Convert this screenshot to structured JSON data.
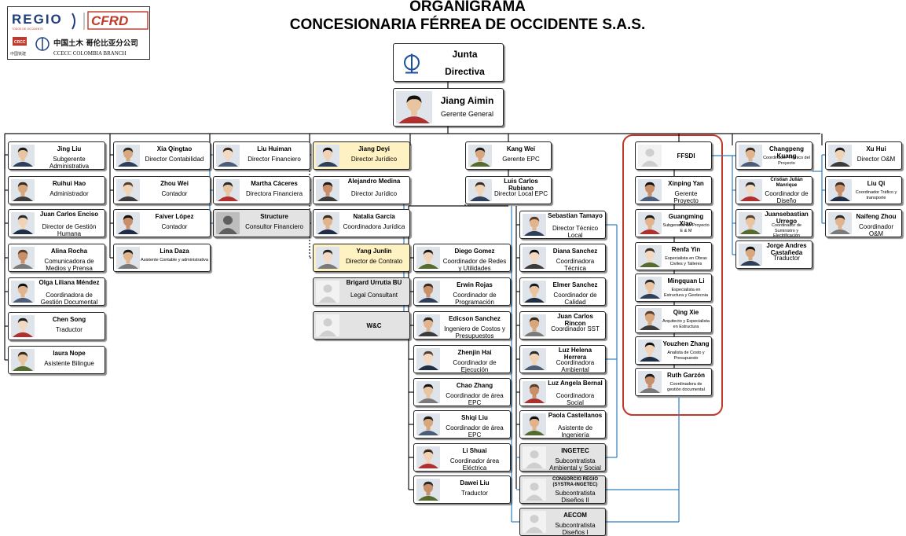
{
  "header": {
    "title_line1": "ORGANIGRAMA",
    "title_line2": "CONCESIONARIA FÉRREA DE OCCIDENTE S.A.S."
  },
  "logos": {
    "regio": "REGIO",
    "regio_tag": "TODOS DE OCCIDENTE",
    "cfrd": "CFRD",
    "crcc": "CRCC",
    "cr_group": "中国铁建",
    "ccecc_cn": "中国土木 哥伦比亚分公司",
    "ccecc_en": "CCECC COLOMBIA BRANCH"
  },
  "top": {
    "junta": {
      "name1": "Junta",
      "name2": "Directiva"
    },
    "gerente": {
      "name": "Jiang Aimin",
      "role": "Gerente General"
    }
  },
  "col1": [
    {
      "name": "Jing Liu",
      "role": "Subgerente Administrativa"
    },
    {
      "name": "Ruihui Hao",
      "role": "Administrador"
    },
    {
      "name": "Juan Carlos Enciso",
      "role": "Director de Gestión Humana"
    },
    {
      "name": "Alina Rocha",
      "role": "Comunicadora de Medios y Prensa"
    },
    {
      "name": "Olga Liliana Méndez",
      "role": "Coordinadora de Gestión Documental"
    },
    {
      "name": "Chen Song",
      "role": "Traductor"
    },
    {
      "name": "laura Nope",
      "role": "Asistente Bilingue"
    }
  ],
  "col2": [
    {
      "name": "Xia Qingtao",
      "role": "Director Contabilidad"
    },
    {
      "name": "Zhou Wei",
      "role": "Contador"
    },
    {
      "name": "Faiver López",
      "role": "Contador"
    },
    {
      "name": "Lina Daza",
      "role": "Asistente Contable y administrativa"
    }
  ],
  "col3": [
    {
      "name": "Liu Huiman",
      "role": "Director Financiero"
    },
    {
      "name": "Martha Cáceres",
      "role": "Directora Financiera"
    },
    {
      "name": "Structure",
      "role": "Consultor Financiero"
    }
  ],
  "col4": [
    {
      "name": "Jiang Deyi",
      "role": "Director Jurídico"
    },
    {
      "name": "Alejandro Medina",
      "role": "Director Jurídico"
    },
    {
      "name": "Natalia García",
      "role": "Coordinadora Jurídica"
    },
    {
      "name": "Yang Junlin",
      "role": "Director de Contrato"
    },
    {
      "name": "Brigard Urrutia BU",
      "role": "Legal Consultant"
    },
    {
      "name": "W&C",
      "role": ""
    }
  ],
  "epc": {
    "kang": {
      "name": "Kang Wei",
      "role": "Gerente EPC"
    },
    "luis": {
      "name": "Luis Carlos Rubiano",
      "role": "Director Local EPC"
    }
  },
  "col5": [
    {
      "name": "Diego Gomez",
      "role": "Coordinador de Redes y Utilidades"
    },
    {
      "name": "Erwin Rojas",
      "role": "Coordinador de Programación"
    },
    {
      "name": "Edicson Sanchez",
      "role": "Ingeniero de Costos y Presupuestos"
    },
    {
      "name": "Zhenjin Hai",
      "role": "Coordinador de Ejecución"
    },
    {
      "name": "Chao Zhang",
      "role": "Coordinador de área EPC"
    },
    {
      "name": "Shiqi Liu",
      "role": "Coordinador de área EPC"
    },
    {
      "name": "Li Shuai",
      "role": "Coordinador área Eléctrica"
    },
    {
      "name": "Dawei Liu",
      "role": "Traductor"
    }
  ],
  "col6": [
    {
      "name": "Sebastian Tamayo",
      "role": "Director Técnico Local"
    },
    {
      "name": "Diana Sanchez",
      "role": "Coordinadora Técnica"
    },
    {
      "name": "Elmer Sanchez",
      "role": "Coordinador de Calidad"
    },
    {
      "name": "Juan Carlos Rincon",
      "role": "Coordinador SST"
    },
    {
      "name": "Luz Helena Herrera",
      "role": "Coordinadora Ambiental"
    },
    {
      "name": "Luz Angela Bernal",
      "role": "Coordinadora Social"
    },
    {
      "name": "Paola Castellanos",
      "role": "Asistente de Ingeniería"
    },
    {
      "name": "INGETEC",
      "role": "Subcontratista Ambiental y Social"
    },
    {
      "name": "CONSORCIO REGIO (SYSTRA-INGETEC)",
      "role": "Subcontratista Diseños II"
    },
    {
      "name": "AECOM",
      "role": "Subcontratista Diseños I"
    }
  ],
  "col7": [
    {
      "name": "FFSDI",
      "role": ""
    },
    {
      "name": "Xinping Yan",
      "role": "Gerente Proyecto"
    },
    {
      "name": "Guangming Xiao",
      "role": "Subgerente de Proyecto E & M"
    },
    {
      "name": "Renfa Yin",
      "role": "Especialista en Obras Civiles y Talleres"
    },
    {
      "name": "Mingquan Li",
      "role": "Especialista en Estructura y Geotecnia"
    },
    {
      "name": "Qing Xie",
      "role": "Arquitecto y Especialista en Estructura"
    },
    {
      "name": "Youzhen Zhang",
      "role": "Analista de Costo y Presupuesto"
    },
    {
      "name": "Ruth Garzón",
      "role": "Coordinadora de gestión documental"
    }
  ],
  "col8": [
    {
      "name": "Changpeng Kuang",
      "role": "Coordinador Técnico del Proyecto"
    },
    {
      "name": "Cristian Julián Manrique",
      "role": "Coordinador de Diseño"
    },
    {
      "name": "Juansebastian Urrego",
      "role": "Coordinador de Suministro y Electrificación"
    },
    {
      "name": "Jorge Andres Castañeda",
      "role": "Traductor"
    }
  ],
  "col9": [
    {
      "name": "Xu Hui",
      "role": "Director O&M"
    },
    {
      "name": "Liu Qi",
      "role": "Coordinador Tráfico y transporte"
    },
    {
      "name": "Naifeng Zhou",
      "role": "Coordinador O&M"
    }
  ]
}
